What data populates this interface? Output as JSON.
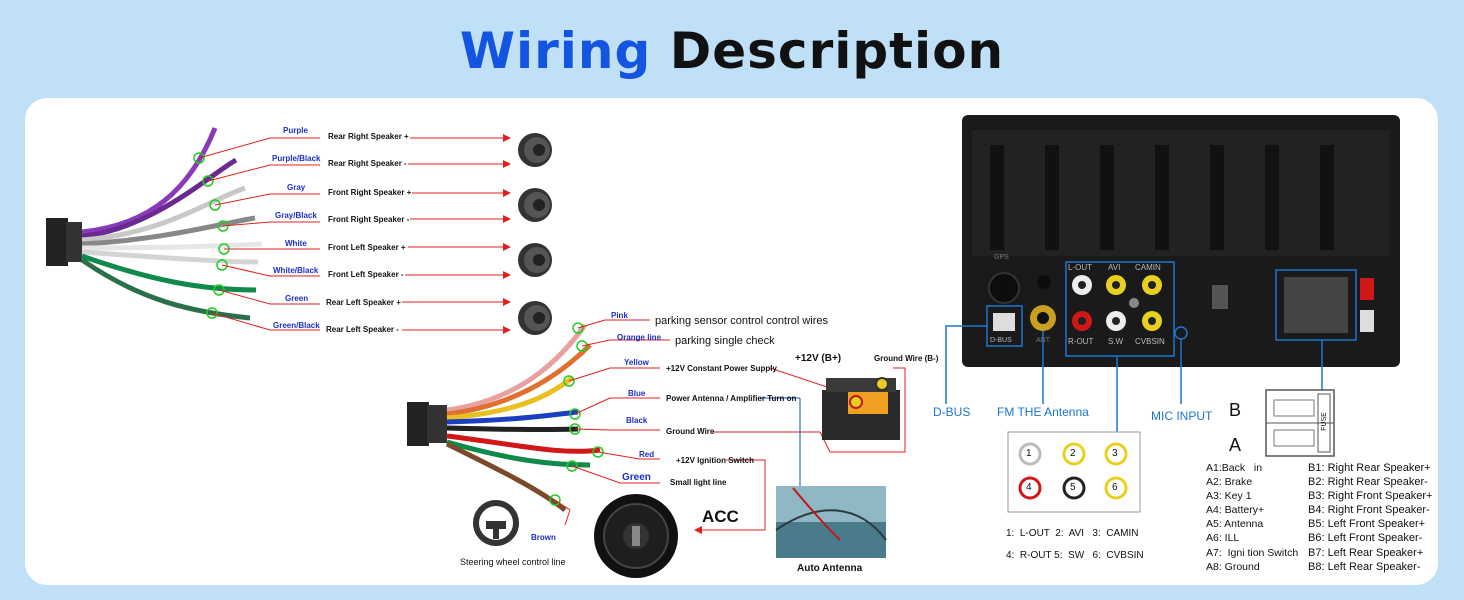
{
  "title": {
    "part1": "Wiring",
    "part2": "Description"
  },
  "harness_top": [
    {
      "color": "Purple",
      "function": "Rear Right Speaker +"
    },
    {
      "color": "Purple/Black",
      "function": "Rear Right Speaker -"
    },
    {
      "color": "Gray",
      "function": "Front Right Speaker +"
    },
    {
      "color": "Gray/Black",
      "function": "Front Right Speaker -"
    },
    {
      "color": "White",
      "function": "Front Left Speaker +"
    },
    {
      "color": "White/Black",
      "function": "Front Left Speaker -"
    },
    {
      "color": "Green",
      "function": "Rear Left Speaker +"
    },
    {
      "color": "Green/Black",
      "function": "Rear Left Speaker -"
    }
  ],
  "harness_bottom": [
    {
      "color": "Pink",
      "function": "parking sensor control control wires"
    },
    {
      "color": "Orange line",
      "function": "parking single check"
    },
    {
      "color": "Yellow",
      "function": "+12V Constant Power Supply"
    },
    {
      "color": "Blue",
      "function": "Power Antenna / Amplifier Turn on"
    },
    {
      "color": "Black",
      "function": "Ground Wire"
    },
    {
      "color": "Red",
      "function": "+12V Ignition Switch"
    },
    {
      "color": "Green",
      "function": "Small light line"
    }
  ],
  "brown": {
    "color": "Brown",
    "function": "Steering wheel control line"
  },
  "battery": {
    "plus_label": "+12V (B+)",
    "ground_label": "Ground Wire (B-)"
  },
  "acc_label": "ACC",
  "antenna_label": "Auto Antenna",
  "back_panel": {
    "gps": "GPS",
    "dbus_tag": "D-BUS",
    "ant_tag": "ANT",
    "lout": "L-OUT",
    "avi": "AVI",
    "camin": "CAMIN",
    "rout": "R-OUT",
    "sw": "S.W",
    "cvbsin": "CVBSIN"
  },
  "callouts": {
    "dbus": "D-BUS",
    "fm": "FM THE Antenna",
    "mic": "MIC INPUT"
  },
  "rca_legend": {
    "numbers": [
      "1",
      "2",
      "3",
      "4",
      "5",
      "6"
    ],
    "line1": "1:  L-OUT  2:  AVI   3:  CAMIN",
    "line2": "4:  R-OUT 5:  SW   6:  CVBSIN"
  },
  "connector": {
    "b": "B",
    "a": "A",
    "fuse": "FUSE"
  },
  "iso_a": [
    "A1:Back   in",
    "A2: Brake",
    "A3: Key 1",
    "A4: Battery+",
    "A5: Antenna",
    "A6: ILL",
    "A7:  Igni tion Switch",
    "A8: Ground"
  ],
  "iso_b": [
    "B1: Right Rear Speaker+",
    "B2: Right Rear Speaker-",
    "B3: Right Front Speaker+",
    "B4: Right Front Speaker-",
    "B5: Left Front Speaker+",
    "B6: Left Front Speaker-",
    "B7: Left Rear Speaker+",
    "B8: Left Rear Speaker-"
  ],
  "colors": {
    "title_blue": "#1355e0",
    "arrow_red": "#e02020",
    "callout_blue": "#1a75d2",
    "background": "#bfe0f7"
  }
}
